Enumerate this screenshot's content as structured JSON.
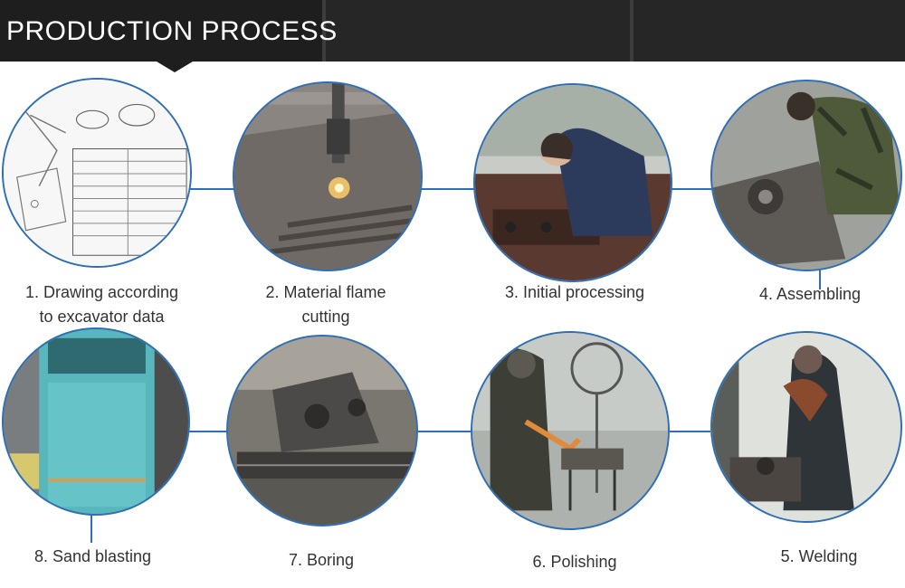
{
  "header": {
    "title": "PRODUCTION PROCESS"
  },
  "steps": [
    {
      "label_line1": "1. Drawing according",
      "label_line2": "to excavator data"
    },
    {
      "label_line1": "2. Material flame",
      "label_line2": "cutting"
    },
    {
      "label_line1": "3. Initial processing",
      "label_line2": ""
    },
    {
      "label_line1": "4. Assembling",
      "label_line2": ""
    },
    {
      "label_line1": "5. Welding",
      "label_line2": ""
    },
    {
      "label_line1": "6. Polishing",
      "label_line2": ""
    },
    {
      "label_line1": "7. Boring",
      "label_line2": ""
    },
    {
      "label_line1": "8. Sand blasting",
      "label_line2": ""
    }
  ],
  "colors": {
    "header_bg": "#1e1e1e",
    "accent_blue": "#2f6fb7",
    "label_text": "#333333"
  }
}
